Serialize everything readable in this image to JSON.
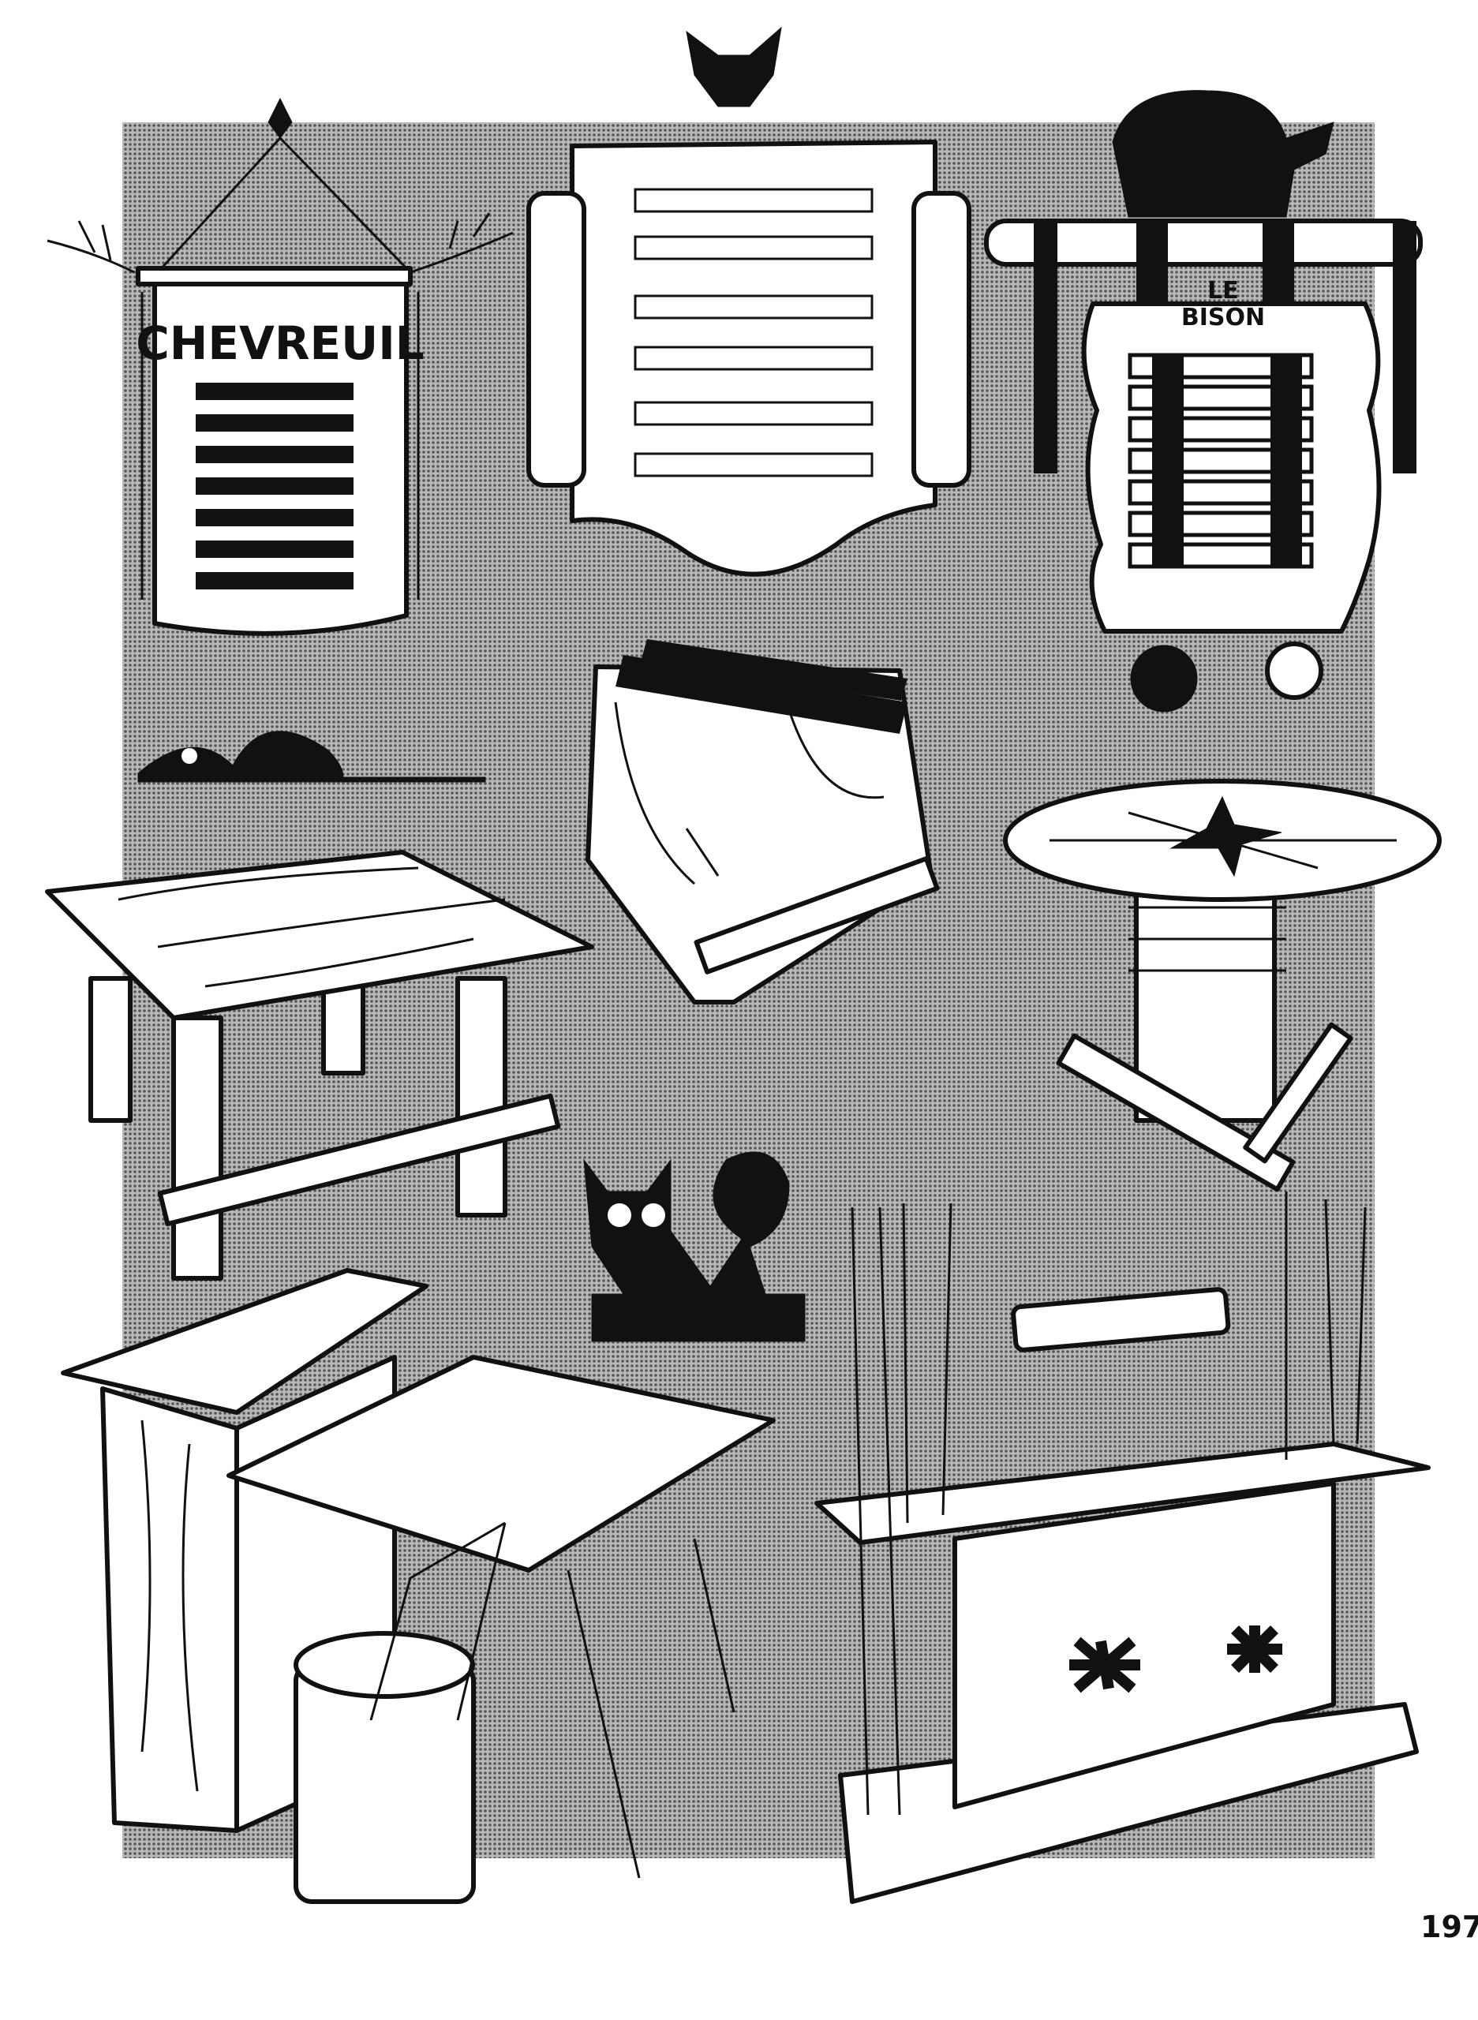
{
  "illustration": {
    "banner_left_title": "CHEVREUIL",
    "sign_right_line1": "LE",
    "sign_right_line2": "BISON"
  },
  "page_number": "197",
  "colors": {
    "ink": "#111111",
    "screen": "#9a9a9a",
    "paper": "#ffffff"
  }
}
